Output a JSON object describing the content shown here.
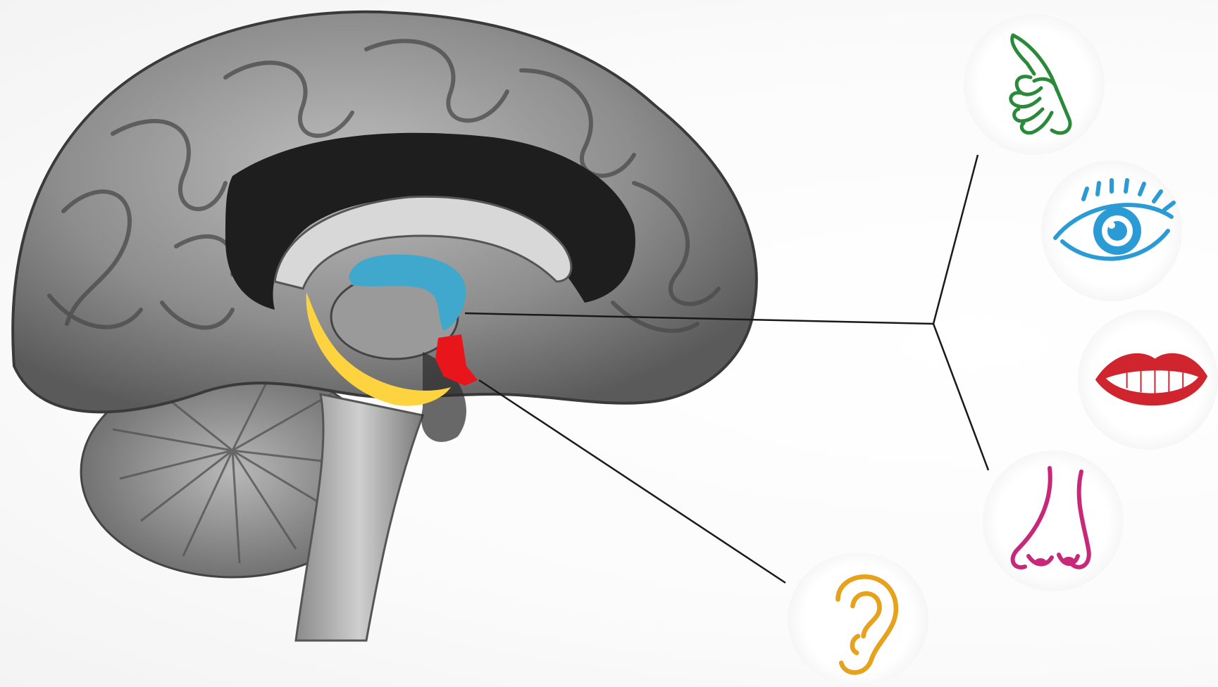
{
  "diagram": {
    "brain_illustration": "brain-sagittal-section",
    "highlights": [
      {
        "name": "blue-region",
        "color": "#3fa8cc"
      },
      {
        "name": "yellow-region",
        "color": "#fdd33f"
      },
      {
        "name": "red-region",
        "color": "#e8161a"
      }
    ],
    "senses": [
      {
        "name": "touch",
        "icon": "hand-icon",
        "color": "#2a8a3a"
      },
      {
        "name": "sight",
        "icon": "eye-icon",
        "color": "#2b9bd6"
      },
      {
        "name": "taste",
        "icon": "mouth-icon",
        "color": "#d0252f"
      },
      {
        "name": "smell",
        "icon": "nose-icon",
        "color": "#c8287a"
      },
      {
        "name": "hearing",
        "icon": "ear-icon",
        "color": "#e6a21c"
      }
    ],
    "line_color": "#1a1a1a"
  }
}
